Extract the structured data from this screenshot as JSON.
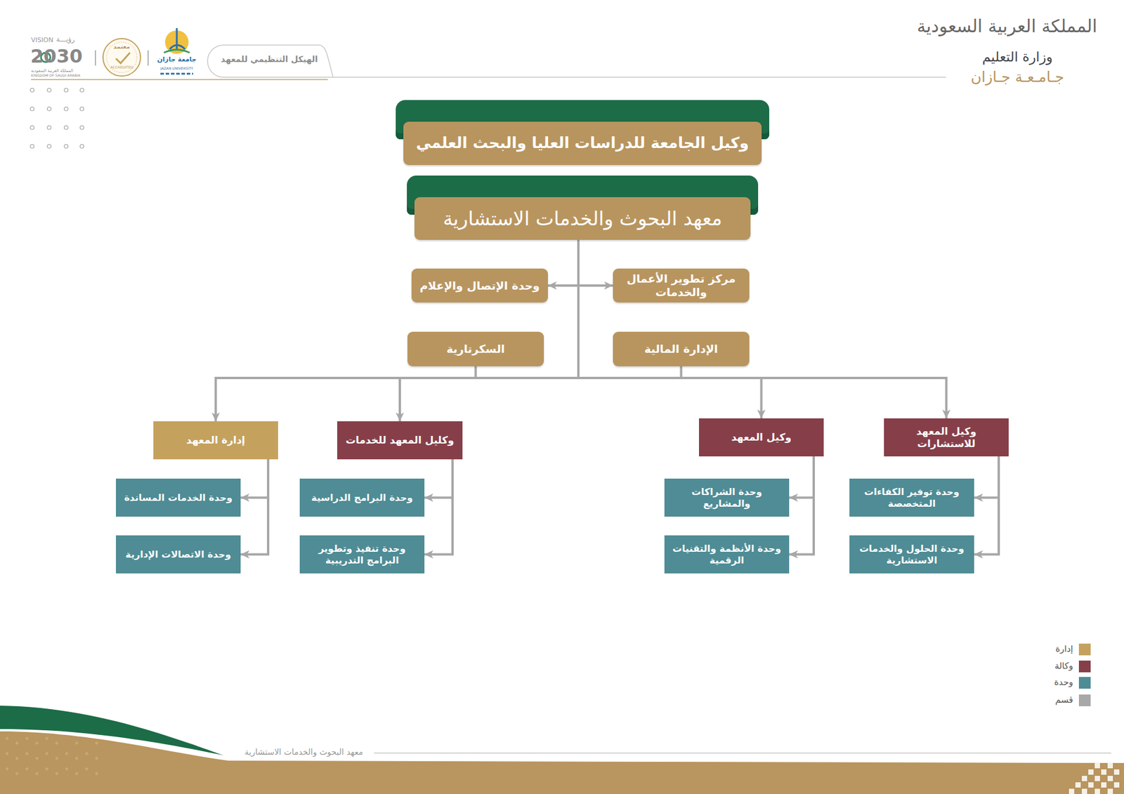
{
  "diagram": {
    "nodes": [
      {
        "text": [
          "وكيل الجامعة للدراسات العليا والبحث العلمي"
        ]
      },
      {
        "text": [
          "معهد البحوث والخدمات الاستشارية"
        ]
      },
      {
        "text": [
          "مركز تطوير الأعمال والخدمات"
        ]
      },
      {
        "text": [
          "وحدة الإتصال والإعلام"
        ]
      },
      {
        "text": [
          "الإدارة المالية"
        ]
      },
      {
        "text": [
          "السكرتارية"
        ]
      },
      {
        "text": [
          "وكيل المعهد للاستشارات"
        ]
      },
      {
        "text": [
          "وكيل المعهد"
        ]
      },
      {
        "text": [
          "وكليل المعهد للخدمات"
        ]
      },
      {
        "text": [
          "إدارة المعهد"
        ]
      },
      {
        "text": [
          "وحدة توفير الكفاءات المتخصصة"
        ]
      },
      {
        "text": [
          "وحدة الحلول والخدمات الاستشارية"
        ]
      },
      {
        "text": [
          "وحدة الشراكات والمشاريع"
        ]
      },
      {
        "text": [
          "وحدة الأنظمة والتقنيات الرقمية"
        ]
      },
      {
        "text": [
          "وحدة البرامج الدراسية"
        ]
      },
      {
        "text": [
          "وحدة تنفيذ وتطوير البرامج التدريبية"
        ]
      },
      {
        "text": [
          "وحدة الخدمات المساندة"
        ]
      },
      {
        "text": [
          "وحدة الاتصالات الإدارية"
        ]
      }
    ],
    "edges": [
      {
        "from": 1,
        "to": 2,
        "arrow": "to"
      },
      {
        "from": 1,
        "to": 3,
        "arrow": "to"
      },
      {
        "from": 1,
        "to": 4,
        "arrow": "to"
      },
      {
        "from": 1,
        "to": 5,
        "arrow": "to"
      },
      {
        "from": 1,
        "to": 6,
        "arrow": "to"
      },
      {
        "from": 1,
        "to": 7,
        "arrow": "to"
      },
      {
        "from": 1,
        "to": 8,
        "arrow": "to"
      },
      {
        "from": 1,
        "to": 9,
        "arrow": "to"
      },
      {
        "from": 6,
        "to": 10,
        "arrow": "to"
      },
      {
        "from": 6,
        "to": 11,
        "arrow": "to"
      },
      {
        "from": 7,
        "to": 12,
        "arrow": "to"
      },
      {
        "from": 7,
        "to": 13,
        "arrow": "to"
      },
      {
        "from": 8,
        "to": 14,
        "arrow": "to"
      },
      {
        "from": 8,
        "to": 15,
        "arrow": "to"
      },
      {
        "from": 9,
        "to": 16,
        "arrow": "to"
      },
      {
        "from": 9,
        "to": 17,
        "arrow": "to"
      }
    ],
    "labels": [
      "الهيكل التنظيمي للمعهد",
      "المملكة العربية السعودية",
      "وزارة التعليم",
      "جـامـعـة جـازان",
      "VISION",
      "رؤيـــة",
      "2030",
      "المملكة العربية السعودية",
      "KINGDOM OF SAUDI ARABIA",
      "معتمد",
      "ACCREDITED",
      "جامعة جازان",
      "JAZAN UNIVERSITY",
      "معهد البحوث والخدمات الاستشارية"
    ],
    "legend": [
      {
        "text": "إدارة",
        "color": "#c4a25e"
      },
      {
        "text": "وكالة",
        "color": "#863f49"
      },
      {
        "text": "وحدة",
        "color": "#4f8c95"
      },
      {
        "text": "قسم",
        "color": "#a8a8a8"
      }
    ]
  }
}
